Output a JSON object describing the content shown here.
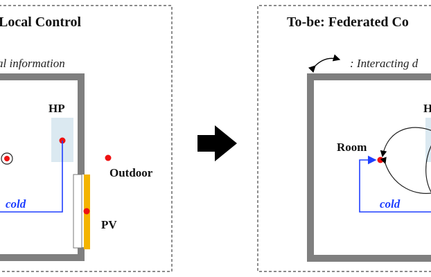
{
  "colors": {
    "wall": "#7f7f7f",
    "hp_zone": "#dbe9f1",
    "sensor": "#ee1111",
    "control_line": "#1f3fff",
    "pv_panel": "#f4b400",
    "arrow": "#000000"
  },
  "left_panel": {
    "title": "Local Control",
    "note": "al information",
    "labels": {
      "hp": "HP",
      "outdoor": "Outdoor",
      "pv": "PV",
      "cold": "cold"
    }
  },
  "right_panel": {
    "title": "To-be: Federated Co",
    "note": ": Interacting d",
    "labels": {
      "hp_partial": "H",
      "room": "Room",
      "cold": "cold"
    }
  },
  "icons": {
    "transition_arrow": "right-arrow-icon",
    "interaction_legend": "double-headed-curved-arrow-icon"
  }
}
